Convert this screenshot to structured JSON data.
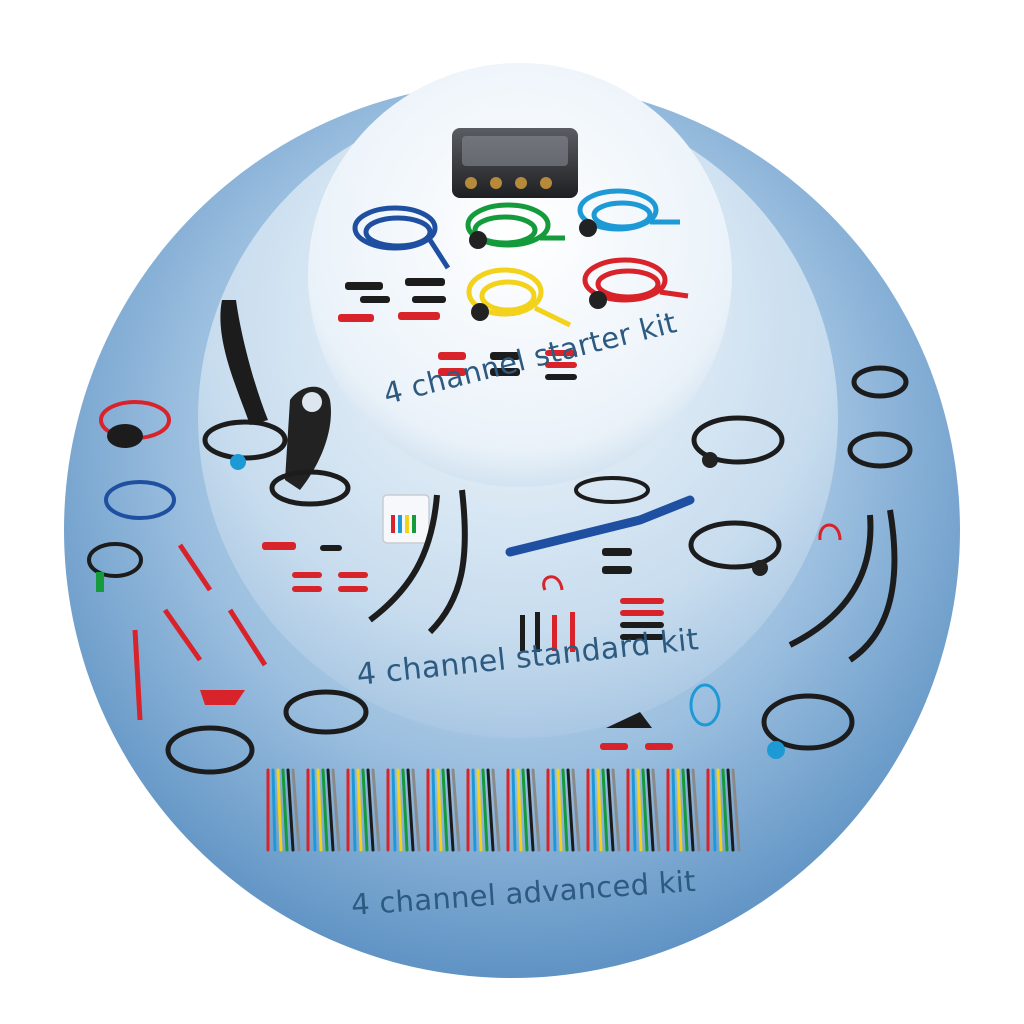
{
  "kits": {
    "starter_label": "4 channel starter kit",
    "standard_label": "4 channel standard kit",
    "advanced_label": "4 channel advanced kit"
  },
  "colors": {
    "outer_circle": "#6fa2cf",
    "middle_circle": "#bcd6ea",
    "inner_circle": "#eef4fa",
    "label_text": "#2d5a80",
    "lead_blue": "#1f4fa0",
    "lead_green": "#159a3c",
    "lead_cyan": "#1d9ad6",
    "lead_yellow": "#f2d21a",
    "lead_red": "#d8232a",
    "lead_black": "#1c1c1c"
  },
  "device": {
    "icon": "oscilloscope-device-icon"
  }
}
